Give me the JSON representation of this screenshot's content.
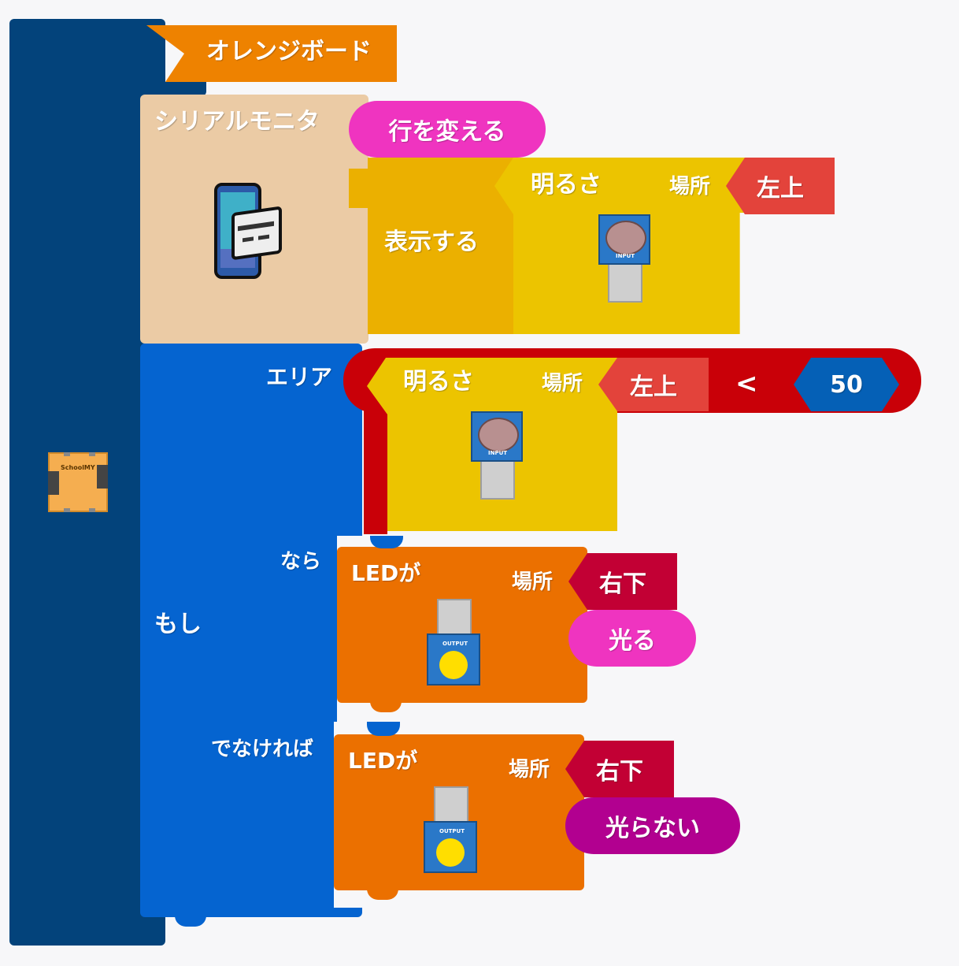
{
  "board": {
    "title": "オレンジボード",
    "chip_label": "SchoolMY"
  },
  "serial_block": {
    "title": "シリアルモニタ",
    "newline_label": "行を変える",
    "display_label": "表示する",
    "sensor": {
      "label": "明るさ",
      "place_label": "場所",
      "place_value": "左上",
      "module_text": "INPUT"
    }
  },
  "if_block": {
    "if_label": "もし",
    "area_label": "エリア",
    "then_label": "なら",
    "else_label": "でなければ",
    "condition": {
      "sensor_label": "明るさ",
      "place_label": "場所",
      "place_value": "左上",
      "operator": "<",
      "value": "50",
      "module_text": "INPUT"
    },
    "then_led": {
      "label": "LEDが",
      "place_label": "場所",
      "place_value": "右下",
      "action": "光る",
      "module_text": "OUTPUT"
    },
    "else_led": {
      "label": "LEDが",
      "place_label": "場所",
      "place_value": "右下",
      "action": "光らない",
      "module_text": "OUTPUT"
    }
  },
  "colors": {
    "board": "#03437b",
    "board_flag": "#ee8200",
    "serial": "#ebcba5",
    "display": "#ebb000",
    "sensor": "#ecc400",
    "place_flag": "#e3433b",
    "if_block": "#0564d0",
    "compare": "#c90008",
    "number": "#0560b6",
    "led": "#eb7000",
    "led_place": "#c20034",
    "pink": "#ef34c0",
    "purple": "#b20090"
  }
}
